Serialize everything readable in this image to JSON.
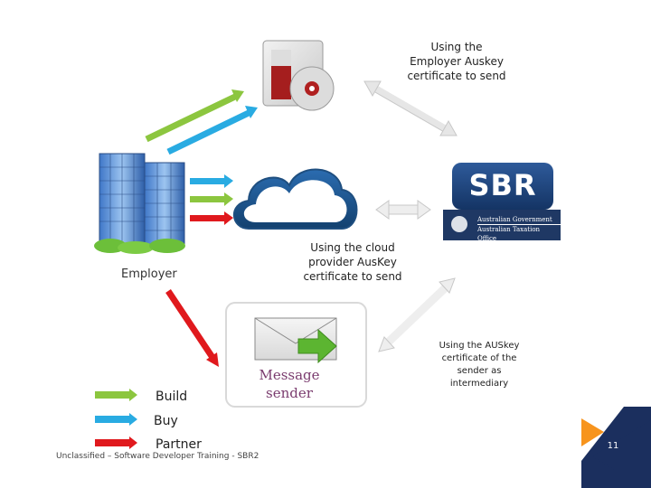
{
  "diagram": {
    "employer_label": "Employer",
    "employer_auskey_label_line1": "Using the",
    "employer_auskey_label_line2": "Employer Auskey",
    "employer_auskey_label_line3": "certificate to send",
    "cloud_label_line1": "Using the cloud",
    "cloud_label_line2": "provider AusKey",
    "cloud_label_line3": "certificate to send",
    "sbr_logo_text": "SBR",
    "ato_line1": "Australian Government",
    "ato_line2": "Australian Taxation Office",
    "message_sender_line1": "Message",
    "message_sender_line2": "sender",
    "intermediary_line1": "Using the AUSkey",
    "intermediary_line2": "certificate of the",
    "intermediary_line3": "sender as",
    "intermediary_line4": "intermediary"
  },
  "legend": {
    "items": [
      {
        "label": "Build",
        "color": "#8cc63f"
      },
      {
        "label": "Buy",
        "color": "#29abe2"
      },
      {
        "label": "Partner",
        "color": "#e0191d"
      }
    ]
  },
  "footer": {
    "text": "Unclassified – Software Developer Training - SBR2",
    "slide_number": "11"
  },
  "colors": {
    "build": "#8cc63f",
    "buy": "#29abe2",
    "partner": "#e0191d",
    "sbr_navy": "#1f3864",
    "corner_orange": "#f7941d",
    "corner_navy": "#1b2f5e"
  }
}
